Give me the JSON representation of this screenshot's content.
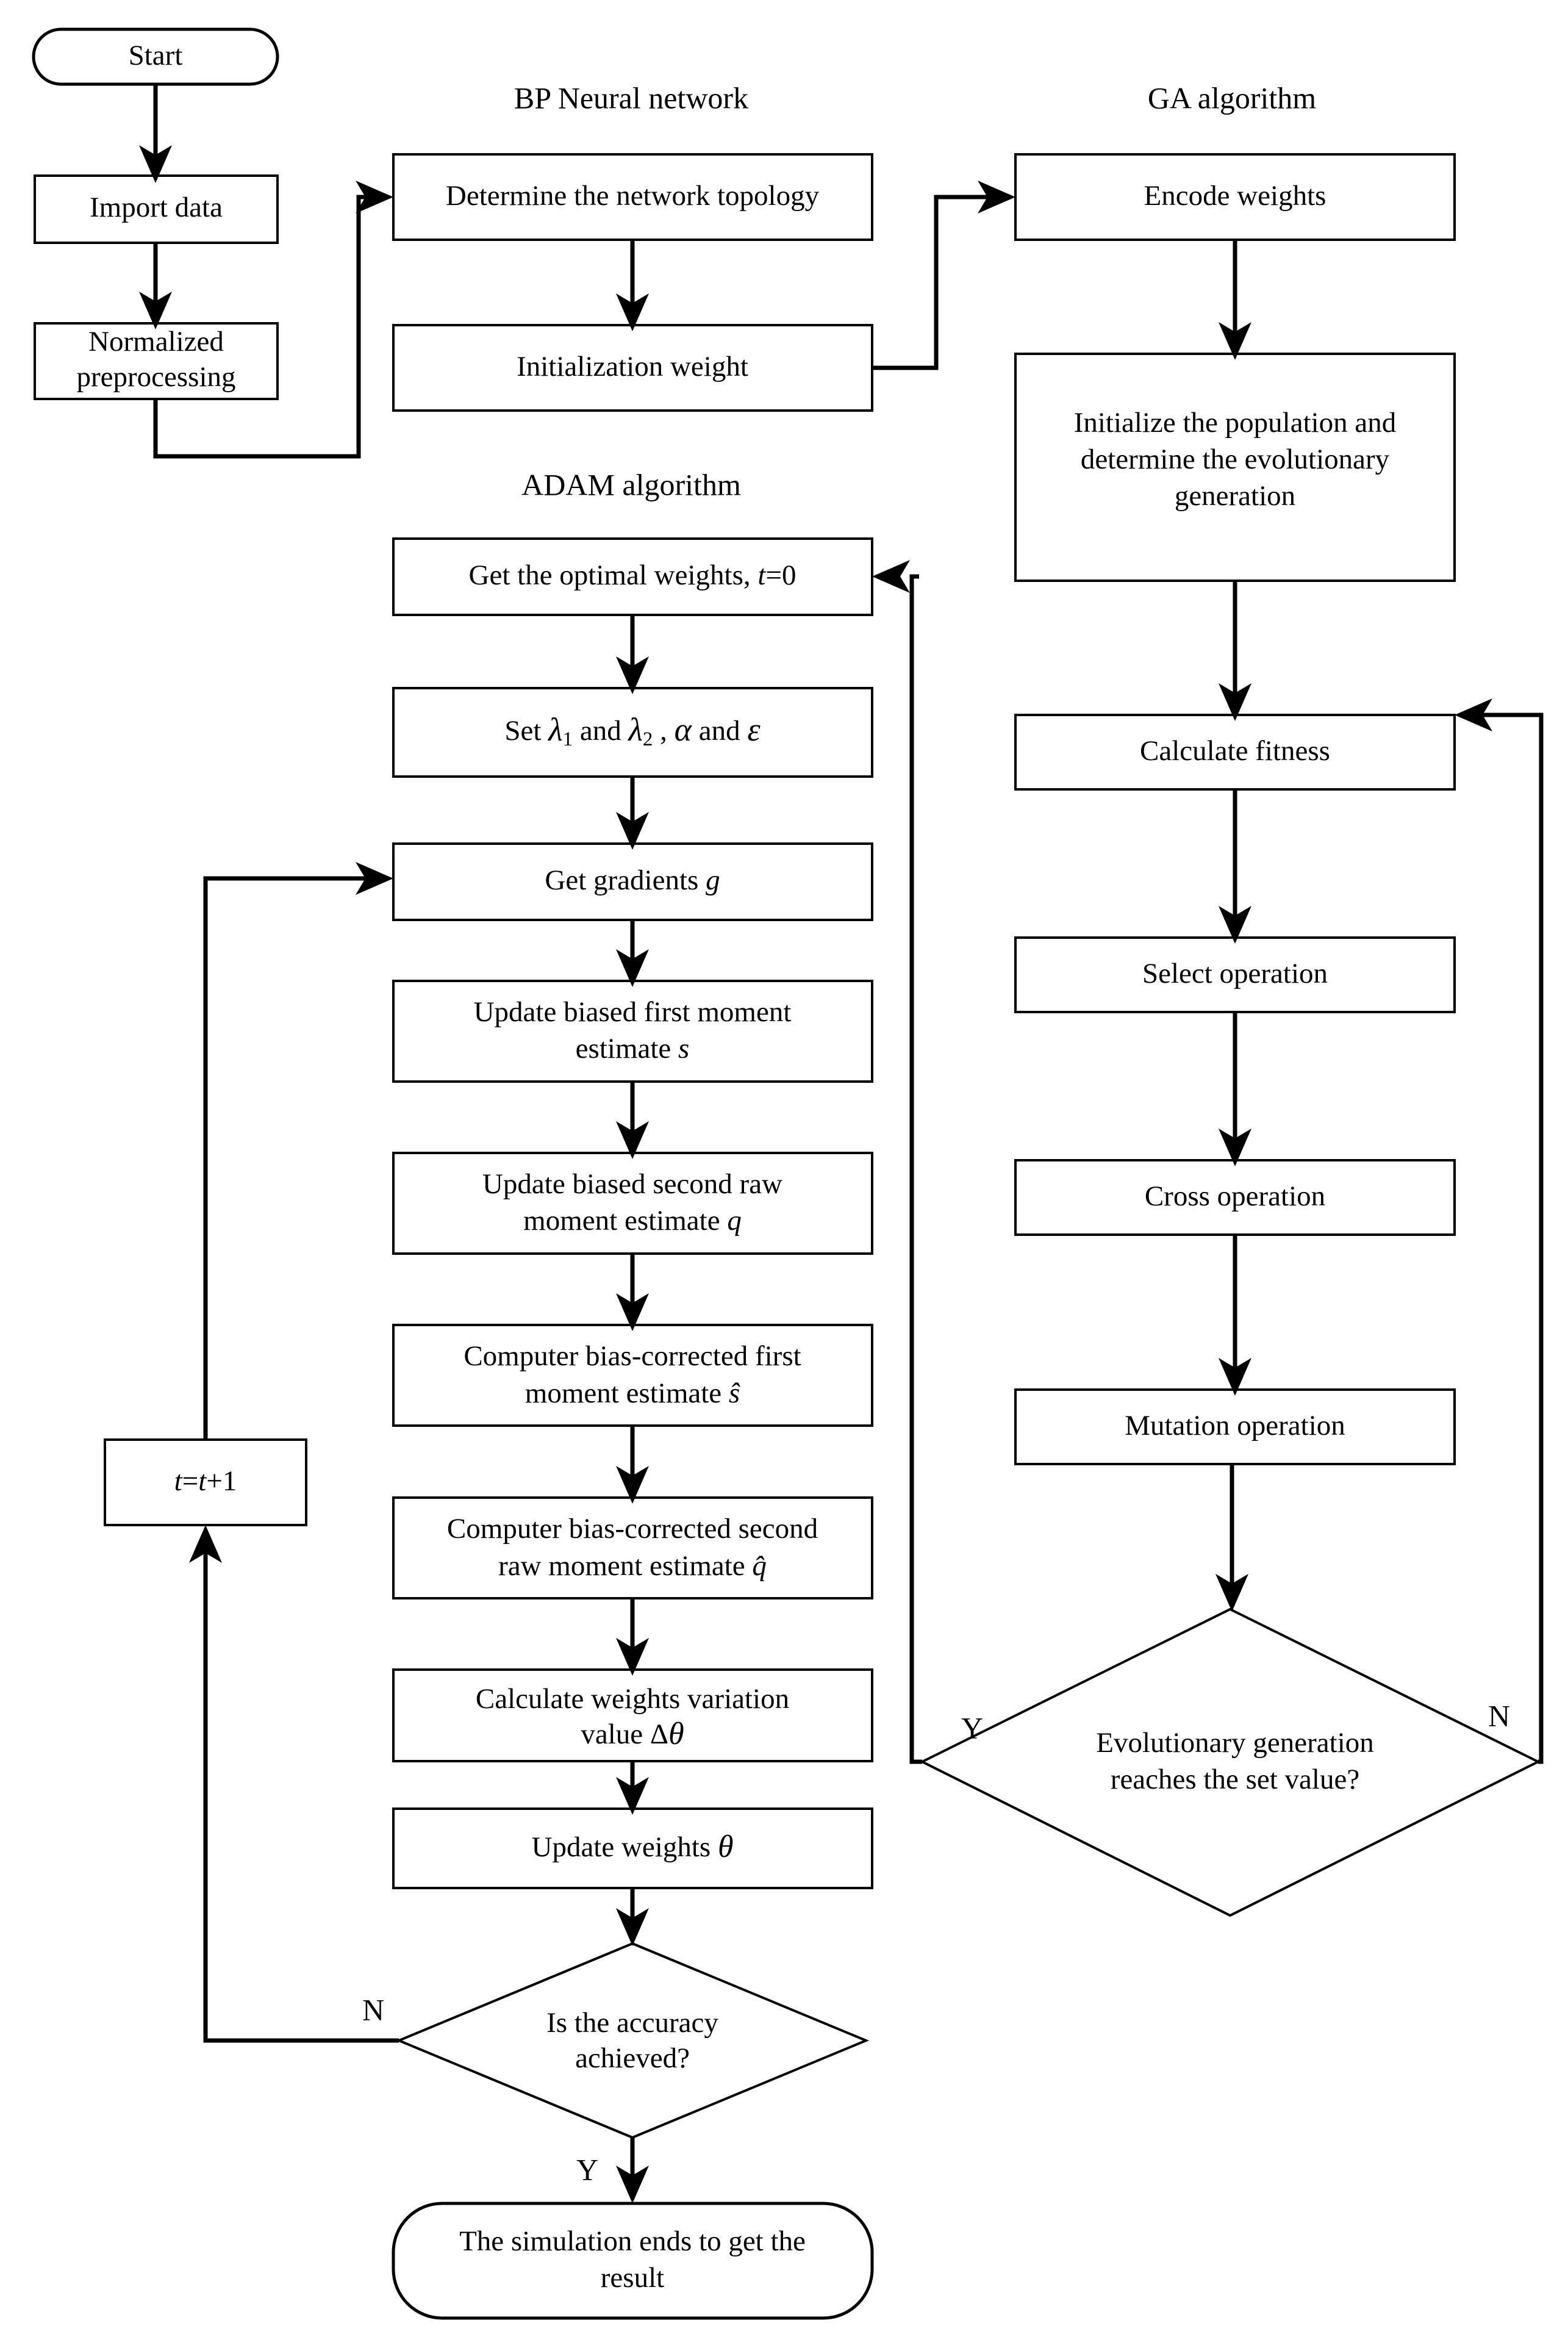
{
  "diagram": {
    "title": "GA-BP-ADAM hybrid training flowchart",
    "background_color": "#ffffff",
    "line_color": "#000000",
    "section_titles": [
      {
        "id": "bp-title",
        "label": "BP Neural network"
      },
      {
        "id": "ga-title",
        "label": "GA algorithm"
      },
      {
        "id": "adam-title",
        "label": "ADAM algorithm"
      }
    ],
    "nodes": [
      {
        "id": "start",
        "shape": "terminator",
        "lines": [
          "Start"
        ]
      },
      {
        "id": "import-data",
        "shape": "process",
        "lines": [
          "Import data"
        ]
      },
      {
        "id": "normalized-preprocessing",
        "shape": "process",
        "lines": [
          "Normalized",
          "preprocessing"
        ]
      },
      {
        "id": "determine-network-topology",
        "shape": "process",
        "lines": [
          "Determine the network topology"
        ]
      },
      {
        "id": "initialization-weight",
        "shape": "process",
        "lines": [
          "Initialization weight"
        ]
      },
      {
        "id": "encode-weights",
        "shape": "process",
        "lines": [
          "Encode weights"
        ]
      },
      {
        "id": "initialize-population",
        "shape": "process",
        "lines": [
          "Initialize the population and",
          "determine the evolutionary",
          "generation"
        ]
      },
      {
        "id": "calculate-fitness",
        "shape": "process",
        "lines": [
          "Calculate fitness"
        ]
      },
      {
        "id": "select-operation",
        "shape": "process",
        "lines": [
          "Select operation"
        ]
      },
      {
        "id": "cross-operation",
        "shape": "process",
        "lines": [
          "Cross operation"
        ]
      },
      {
        "id": "mutation-operation",
        "shape": "process",
        "lines": [
          "Mutation operation"
        ]
      },
      {
        "id": "evolutionary-generation-decision",
        "shape": "decision",
        "lines": [
          "Evolutionary generation",
          "reaches the set value?"
        ]
      },
      {
        "id": "get-optimal-weights",
        "shape": "process",
        "lines": [
          "Get the optimal weights, t=0"
        ]
      },
      {
        "id": "set-hyperparameters",
        "shape": "process",
        "lines": [
          "Set λ1 and λ2 , α and ε"
        ]
      },
      {
        "id": "get-gradients",
        "shape": "process",
        "lines": [
          "Get gradients g"
        ]
      },
      {
        "id": "update-first-moment",
        "shape": "process",
        "lines": [
          "Update biased first moment",
          "estimate s"
        ]
      },
      {
        "id": "update-second-moment",
        "shape": "process",
        "lines": [
          "Update biased second raw",
          "moment estimate q"
        ]
      },
      {
        "id": "bias-corrected-first",
        "shape": "process",
        "lines": [
          "Computer bias-corrected first",
          "moment estimate ŝ"
        ]
      },
      {
        "id": "bias-corrected-second",
        "shape": "process",
        "lines": [
          "Computer bias-corrected second",
          "raw moment estimate q̂"
        ]
      },
      {
        "id": "calculate-weights-variation",
        "shape": "process",
        "lines": [
          "Calculate weights variation",
          "value Δθ"
        ]
      },
      {
        "id": "update-weights",
        "shape": "process",
        "lines": [
          "Update weights θ"
        ]
      },
      {
        "id": "accuracy-decision",
        "shape": "decision",
        "lines": [
          "Is the accuracy",
          "achieved?"
        ]
      },
      {
        "id": "end",
        "shape": "terminator",
        "lines": [
          "The simulation ends to get the",
          "result"
        ]
      },
      {
        "id": "increment-t",
        "shape": "process",
        "lines": [
          "t=t+1"
        ]
      }
    ],
    "branch_labels": [
      {
        "id": "ga-yes",
        "label": "Y"
      },
      {
        "id": "ga-no",
        "label": "N"
      },
      {
        "id": "accuracy-no",
        "label": "N"
      },
      {
        "id": "accuracy-yes",
        "label": "Y"
      }
    ],
    "edges": [
      {
        "from": "start",
        "to": "import-data"
      },
      {
        "from": "normalized-preprocessing",
        "to": "determine-network-topology"
      },
      {
        "from": "import-data",
        "to": "normalized-preprocessing"
      },
      {
        "from": "determine-network-topology",
        "to": "initialization-weight"
      },
      {
        "from": "initialization-weight",
        "to": "encode-weights"
      },
      {
        "from": "encode-weights",
        "to": "initialize-population"
      },
      {
        "from": "initialize-population",
        "to": "calculate-fitness"
      },
      {
        "from": "calculate-fitness",
        "to": "select-operation"
      },
      {
        "from": "select-operation",
        "to": "cross-operation"
      },
      {
        "from": "cross-operation",
        "to": "mutation-operation"
      },
      {
        "from": "mutation-operation",
        "to": "evolutionary-generation-decision"
      },
      {
        "from": "evolutionary-generation-decision",
        "to": "get-optimal-weights",
        "label": "Y"
      },
      {
        "from": "evolutionary-generation-decision",
        "to": "calculate-fitness",
        "label": "N"
      },
      {
        "from": "get-optimal-weights",
        "to": "set-hyperparameters"
      },
      {
        "from": "set-hyperparameters",
        "to": "get-gradients"
      },
      {
        "from": "get-gradients",
        "to": "update-first-moment"
      },
      {
        "from": "update-first-moment",
        "to": "update-second-moment"
      },
      {
        "from": "update-second-moment",
        "to": "bias-corrected-first"
      },
      {
        "from": "bias-corrected-first",
        "to": "bias-corrected-second"
      },
      {
        "from": "bias-corrected-second",
        "to": "calculate-weights-variation"
      },
      {
        "from": "calculate-weights-variation",
        "to": "update-weights"
      },
      {
        "from": "update-weights",
        "to": "accuracy-decision"
      },
      {
        "from": "accuracy-decision",
        "to": "increment-t",
        "label": "N"
      },
      {
        "from": "increment-t",
        "to": "get-gradients"
      },
      {
        "from": "accuracy-decision",
        "to": "end",
        "label": "Y"
      }
    ]
  }
}
